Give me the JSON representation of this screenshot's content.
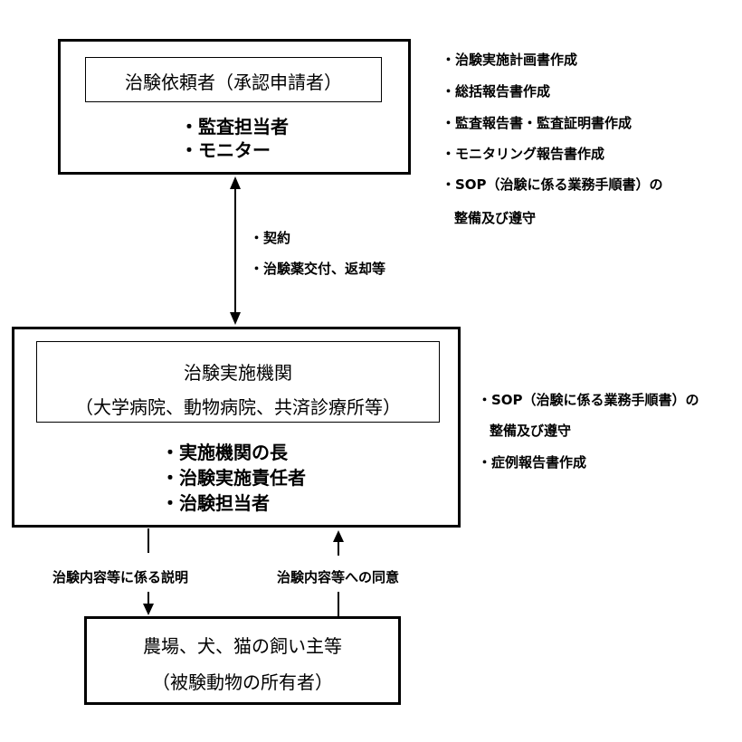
{
  "sponsor": {
    "title": "治験依頼者（承認申請者）",
    "members": [
      "・監査担当者",
      "・モニター"
    ],
    "tasks": [
      "・治験実施計画書作成",
      "・総括報告書作成",
      "・監査報告書・監査証明書作成",
      "・モニタリング報告書作成",
      "・SOP（治験に係る業務手順書）の",
      "整備及び遵守"
    ]
  },
  "link_sponsor_institution": {
    "labels": [
      "・契約",
      "・治験薬交付、返却等"
    ]
  },
  "institution": {
    "title": "治験実施機関",
    "subtitle": "（大学病院、動物病院、共済診療所等）",
    "members": [
      "・実施機関の長",
      "・治験実施責任者",
      "・治験担当者"
    ],
    "tasks": [
      "・SOP（治験に係る業務手順書）の",
      "整備及び遵守",
      "・症例報告書作成"
    ]
  },
  "link_institution_owner": {
    "down_label": "治験内容等に係る説明",
    "up_label": "治験内容等への同意"
  },
  "owner": {
    "title": "農場、犬、猫の飼い主等",
    "subtitle": "（被験動物の所有者）"
  }
}
